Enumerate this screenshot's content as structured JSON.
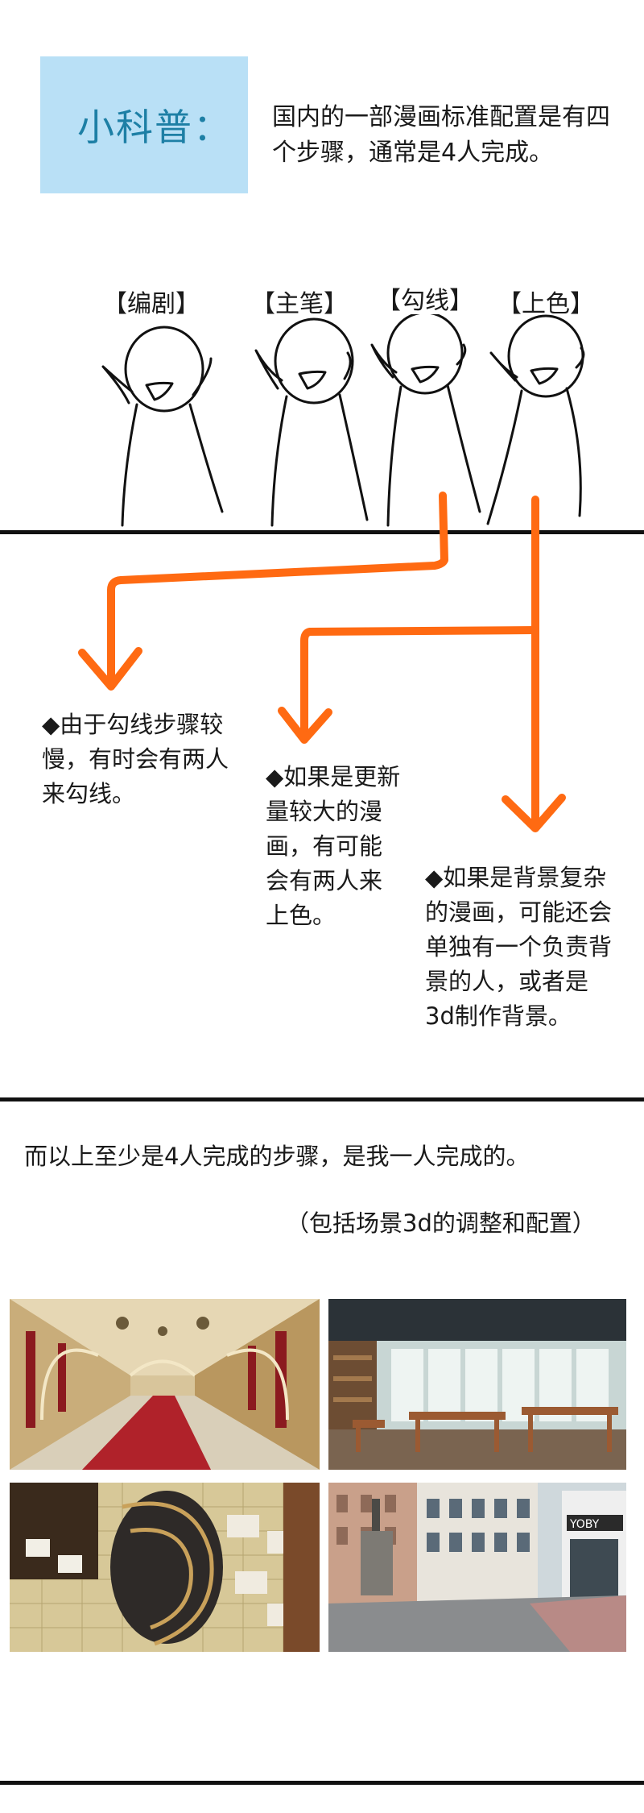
{
  "hint": {
    "title": "小科普：",
    "text": "国内的一部漫画标准配置是有四个步骤，通常是4人完成。"
  },
  "roles": [
    {
      "label": "【编剧】"
    },
    {
      "label": "【主笔】"
    },
    {
      "label": "【勾线】"
    },
    {
      "label": "【上色】"
    }
  ],
  "notes": [
    {
      "text": "◆由于勾线步骤较慢，有时会有两人来勾线。"
    },
    {
      "text": "◆如果是更新量较大的漫画，有可能会有两人来上色。"
    },
    {
      "text": "◆如果是背景复杂的漫画，可能还会单独有一个负责背景的人，或者是3d制作背景。"
    }
  ],
  "summary": {
    "main": "而以上至少是4人完成的步骤，是我一人完成的。",
    "paren": "（包括场景3d的调整和配置）"
  },
  "scenes": [
    {
      "name": "palace-hall-render"
    },
    {
      "name": "cafe-interior-render"
    },
    {
      "name": "spiral-stair-render"
    },
    {
      "name": "street-render",
      "sign": "YOBY"
    }
  ],
  "colors": {
    "hint_box": "#b9e0f6",
    "hint_title": "#1d7fa5",
    "arrow": "#ff6a12",
    "rule": "#111111"
  }
}
